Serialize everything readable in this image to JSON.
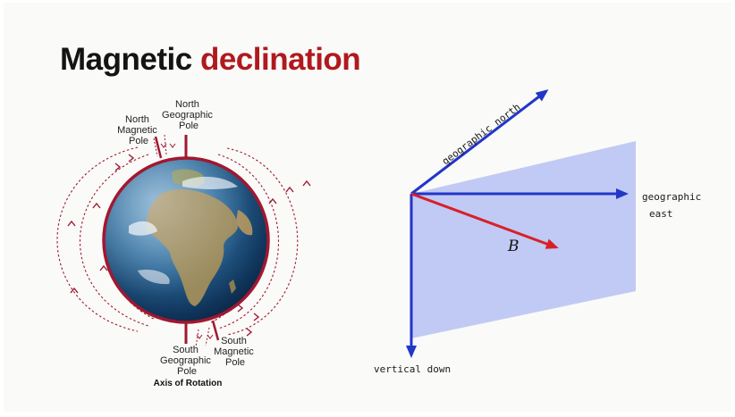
{
  "title": {
    "part1": "Magnetic",
    "part2": "declination"
  },
  "earth": {
    "north_geographic_pole": [
      "North",
      "Geographic",
      "Pole"
    ],
    "north_magnetic_pole": [
      "North",
      "Magnetic",
      "Pole"
    ],
    "south_geographic_pole": [
      "South",
      "Geographic",
      "Pole"
    ],
    "south_magnetic_pole": [
      "South",
      "Magnetic",
      "Pole"
    ],
    "axis_label": "Axis of Rotation"
  },
  "vectors": {
    "geographic_north": "geographic north",
    "geographic_east": [
      "geographic",
      "east"
    ],
    "vertical_down": "vertical down",
    "b_field": "B"
  },
  "colors": {
    "accent": "#b0191e",
    "axis_blue": "#2236c8",
    "b_red": "#d8202a",
    "plane": "#b9c4f3",
    "field_line": "#a01830"
  }
}
